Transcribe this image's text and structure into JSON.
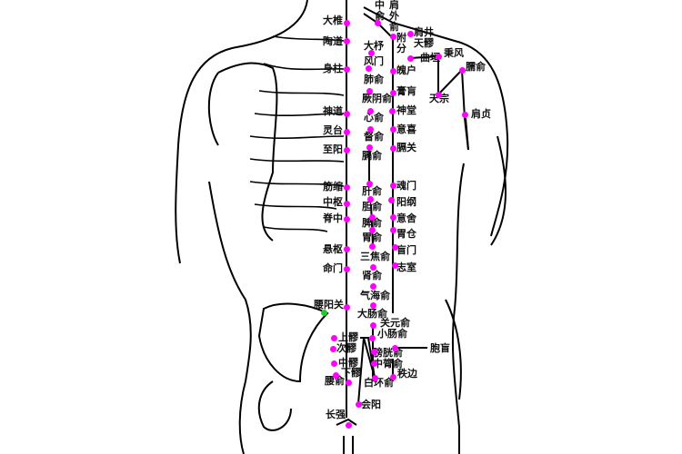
{
  "title": "背部腧穴图",
  "colors": {
    "point": "#ff00ff",
    "point_alt": "#22cc22",
    "line": "#000000"
  },
  "governor_vessel": [
    "大椎",
    "陶道",
    "身柱",
    "神道",
    "灵台",
    "至阳",
    "筋缩",
    "中枢",
    "脊中",
    "悬枢",
    "命门",
    "腰阳关",
    "腰俞",
    "长强"
  ],
  "bladder_inner": [
    "中俞",
    "大杼",
    "风门",
    "肺俞",
    "厥阴俞",
    "心俞",
    "督俞",
    "膈俞",
    "肝俞",
    "胆俞",
    "脾俞",
    "胃俞",
    "三焦俞",
    "肾俞",
    "气海俞",
    "大肠俞",
    "关元俞",
    "小肠俞",
    "膀胱俞",
    "中膂俞",
    "白环俞",
    "上髎",
    "次髎",
    "中髎",
    "下髎",
    "会阳"
  ],
  "bladder_outer": [
    "肩外俞",
    "附分",
    "魄户",
    "膏肓",
    "神堂",
    "意喜",
    "膈关",
    "魂门",
    "阳纲",
    "意舍",
    "胃仓",
    "盲门",
    "志室",
    "胞盲",
    "秩边"
  ],
  "shoulder": [
    "肩井",
    "天髎",
    "曲垣",
    "秉风",
    "臑俞",
    "天宗",
    "肩贞"
  ]
}
